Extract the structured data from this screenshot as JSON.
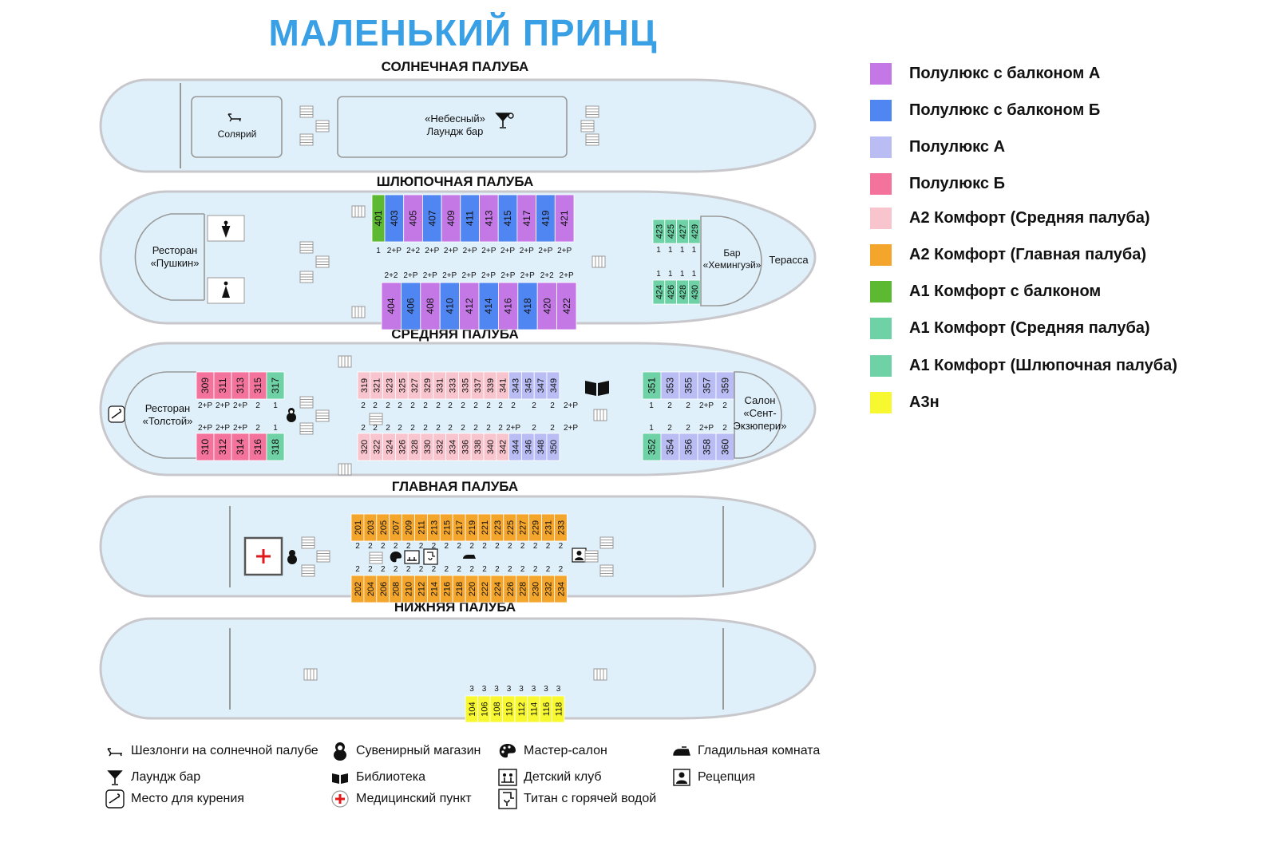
{
  "title": "МАЛЕНЬКИЙ ПРИНЦ",
  "colors": {
    "hull": "#dff0fa",
    "hull_stroke": "#c8c8cc",
    "suite_balcony_a": "#c478e6",
    "suite_balcony_b": "#4f86f1",
    "suite_a": "#b9bdf3",
    "suite_b": "#f4739c",
    "a2_mid": "#f8c4cd",
    "a2_main": "#f3a52c",
    "a1_balcony": "#5cb931",
    "a1_mid": "#6fd1a6",
    "a1_boat": "#6fd1a6",
    "a3": "#f8f830"
  },
  "decks": {
    "sun": {
      "title": "СОЛНЕЧНАЯ ПАЛУБА",
      "solarium": "Солярий",
      "lounge_line1": "«Небесный»",
      "lounge_line2": "Лаундж бар"
    },
    "boat": {
      "title": "ШЛЮПОЧНАЯ ПАЛУБА",
      "restaurant_line1": "Ресторан",
      "restaurant_line2": "«Пушкин»",
      "bar_line1": "Бар",
      "bar_line2": "«Хемингуэй»",
      "terrace": "Терасса",
      "top_cabins": [
        {
          "no": "401",
          "c": "a1_balcony",
          "b": "1"
        },
        {
          "no": "403",
          "c": "suite_balcony_b",
          "b": "2+Р"
        },
        {
          "no": "405",
          "c": "suite_balcony_a",
          "b": "2+2"
        },
        {
          "no": "407",
          "c": "suite_balcony_b",
          "b": "2+Р"
        },
        {
          "no": "409",
          "c": "suite_balcony_a",
          "b": "2+Р"
        },
        {
          "no": "411",
          "c": "suite_balcony_b",
          "b": "2+Р"
        },
        {
          "no": "413",
          "c": "suite_balcony_a",
          "b": "2+Р"
        },
        {
          "no": "415",
          "c": "suite_balcony_b",
          "b": "2+Р"
        },
        {
          "no": "417",
          "c": "suite_balcony_a",
          "b": "2+Р"
        },
        {
          "no": "419",
          "c": "suite_balcony_b",
          "b": "2+Р"
        },
        {
          "no": "421",
          "c": "suite_balcony_a",
          "b": "2+Р"
        }
      ],
      "bottom_cabins": [
        {
          "no": "404",
          "c": "suite_balcony_a",
          "b": "2+2"
        },
        {
          "no": "406",
          "c": "suite_balcony_b",
          "b": "2+Р"
        },
        {
          "no": "408",
          "c": "suite_balcony_a",
          "b": "2+Р"
        },
        {
          "no": "410",
          "c": "suite_balcony_b",
          "b": "2+Р"
        },
        {
          "no": "412",
          "c": "suite_balcony_a",
          "b": "2+Р"
        },
        {
          "no": "414",
          "c": "suite_balcony_b",
          "b": "2+Р"
        },
        {
          "no": "416",
          "c": "suite_balcony_a",
          "b": "2+Р"
        },
        {
          "no": "418",
          "c": "suite_balcony_b",
          "b": "2+Р"
        },
        {
          "no": "420",
          "c": "suite_balcony_a",
          "b": "2+2"
        },
        {
          "no": "422",
          "c": "suite_balcony_a",
          "b": "2+Р"
        }
      ],
      "aft_top": [
        {
          "no": "423",
          "c": "a1_boat",
          "b": "1"
        },
        {
          "no": "425",
          "c": "a1_boat",
          "b": "1"
        },
        {
          "no": "427",
          "c": "a1_boat",
          "b": "1"
        },
        {
          "no": "429",
          "c": "a1_boat",
          "b": "1"
        }
      ],
      "aft_bottom": [
        {
          "no": "424",
          "c": "a1_boat",
          "b": "1"
        },
        {
          "no": "426",
          "c": "a1_boat",
          "b": "1"
        },
        {
          "no": "428",
          "c": "a1_boat",
          "b": "1"
        },
        {
          "no": "430",
          "c": "a1_boat",
          "b": "1"
        }
      ]
    },
    "middle": {
      "title": "СРЕДНЯЯ ПАЛУБА",
      "restaurant_line1": "Ресторан",
      "restaurant_line2": "«Толстой»",
      "salon_line1": "Салон",
      "salon_line2": "«Сент-",
      "salon_line3": "Экзюпери»",
      "fore_top": [
        {
          "no": "309",
          "c": "suite_b",
          "b": "2+Р"
        },
        {
          "no": "311",
          "c": "suite_b",
          "b": "2+Р"
        },
        {
          "no": "313",
          "c": "suite_b",
          "b": "2+Р"
        },
        {
          "no": "315",
          "c": "suite_b",
          "b": "2"
        },
        {
          "no": "317",
          "c": "a1_mid",
          "b": "1"
        }
      ],
      "fore_bottom": [
        {
          "no": "310",
          "c": "suite_b",
          "b": "2+Р"
        },
        {
          "no": "312",
          "c": "suite_b",
          "b": "2+Р"
        },
        {
          "no": "314",
          "c": "suite_b",
          "b": "2+Р"
        },
        {
          "no": "316",
          "c": "suite_b",
          "b": "2"
        },
        {
          "no": "318",
          "c": "a1_mid",
          "b": "1"
        }
      ],
      "center_top": [
        {
          "no": "319",
          "c": "a2_mid",
          "b": "2"
        },
        {
          "no": "321",
          "c": "a2_mid",
          "b": "2"
        },
        {
          "no": "323",
          "c": "a2_mid",
          "b": "2"
        },
        {
          "no": "325",
          "c": "a2_mid",
          "b": "2"
        },
        {
          "no": "327",
          "c": "a2_mid",
          "b": "2"
        },
        {
          "no": "329",
          "c": "a2_mid",
          "b": "2"
        },
        {
          "no": "331",
          "c": "a2_mid",
          "b": "2"
        },
        {
          "no": "333",
          "c": "a2_mid",
          "b": "2"
        },
        {
          "no": "335",
          "c": "a2_mid",
          "b": "2"
        },
        {
          "no": "337",
          "c": "a2_mid",
          "b": "2"
        },
        {
          "no": "339",
          "c": "a2_mid",
          "b": "2"
        },
        {
          "no": "341",
          "c": "a2_mid",
          "b": "2"
        },
        {
          "no": "343",
          "c": "suite_a",
          "b": "2"
        },
        {
          "no": "345",
          "c": "suite_a",
          "b": "2"
        },
        {
          "no": "347",
          "c": "suite_a",
          "b": "2"
        },
        {
          "no": "349",
          "c": "suite_a",
          "b": "2+Р"
        }
      ],
      "center_bottom": [
        {
          "no": "320",
          "c": "a2_mid",
          "b": "2"
        },
        {
          "no": "322",
          "c": "a2_mid",
          "b": "2"
        },
        {
          "no": "324",
          "c": "a2_mid",
          "b": "2"
        },
        {
          "no": "326",
          "c": "a2_mid",
          "b": "2"
        },
        {
          "no": "328",
          "c": "a2_mid",
          "b": "2"
        },
        {
          "no": "330",
          "c": "a2_mid",
          "b": "2"
        },
        {
          "no": "332",
          "c": "a2_mid",
          "b": "2"
        },
        {
          "no": "334",
          "c": "a2_mid",
          "b": "2"
        },
        {
          "no": "336",
          "c": "a2_mid",
          "b": "2"
        },
        {
          "no": "338",
          "c": "a2_mid",
          "b": "2"
        },
        {
          "no": "340",
          "c": "a2_mid",
          "b": "2"
        },
        {
          "no": "342",
          "c": "a2_mid",
          "b": "2"
        },
        {
          "no": "344",
          "c": "suite_a",
          "b": "2+Р"
        },
        {
          "no": "346",
          "c": "suite_a",
          "b": "2"
        },
        {
          "no": "348",
          "c": "suite_a",
          "b": "2"
        },
        {
          "no": "350",
          "c": "suite_a",
          "b": "2+Р"
        }
      ],
      "aft_top": [
        {
          "no": "351",
          "c": "a1_mid",
          "b": "1"
        },
        {
          "no": "353",
          "c": "suite_a",
          "b": "2"
        },
        {
          "no": "355",
          "c": "suite_a",
          "b": "2"
        },
        {
          "no": "357",
          "c": "suite_a",
          "b": "2+Р"
        },
        {
          "no": "359",
          "c": "suite_a",
          "b": "2"
        }
      ],
      "aft_bottom": [
        {
          "no": "352",
          "c": "a1_mid",
          "b": "1"
        },
        {
          "no": "354",
          "c": "suite_a",
          "b": "2"
        },
        {
          "no": "356",
          "c": "suite_a",
          "b": "2"
        },
        {
          "no": "358",
          "c": "suite_a",
          "b": "2+Р"
        },
        {
          "no": "360",
          "c": "suite_a",
          "b": "2"
        }
      ]
    },
    "main": {
      "title": "ГЛАВНАЯ ПАЛУБА",
      "top": [
        "201",
        "203",
        "205",
        "207",
        "209",
        "211",
        "213",
        "215",
        "217",
        "219",
        "221",
        "223",
        "225",
        "227",
        "229",
        "231",
        "233"
      ],
      "bottom": [
        "202",
        "204",
        "206",
        "208",
        "210",
        "212",
        "214",
        "216",
        "218",
        "220",
        "222",
        "224",
        "226",
        "228",
        "230",
        "232",
        "234"
      ],
      "berths": "2"
    },
    "lower": {
      "title": "НИЖНЯЯ ПАЛУБА",
      "cabins": [
        "104",
        "106",
        "108",
        "110",
        "112",
        "114",
        "116",
        "118"
      ],
      "berths": "3"
    }
  },
  "legend": [
    {
      "label": "Полулюкс с балконом А",
      "c": "suite_balcony_a"
    },
    {
      "label": "Полулюкс с балконом Б",
      "c": "suite_balcony_b"
    },
    {
      "label": "Полулюкс А",
      "c": "suite_a"
    },
    {
      "label": "Полулюкс Б",
      "c": "suite_b"
    },
    {
      "label": "А2 Комфорт (Средняя палуба)",
      "c": "a2_mid"
    },
    {
      "label": "А2 Комфорт (Главная палуба)",
      "c": "a2_main"
    },
    {
      "label": "А1 Комфорт с балконом",
      "c": "a1_balcony"
    },
    {
      "label": "А1 Комфорт (Средняя палуба)",
      "c": "a1_mid"
    },
    {
      "label": "А1 Комфорт (Шлюпочная палуба)",
      "c": "a1_boat"
    },
    {
      "label": "А3н",
      "c": "a3"
    }
  ],
  "key": {
    "loungers": "Шезлонги на солнечной палубе",
    "lounge_bar": "Лаундж бар",
    "smoking": "Место для курения",
    "souvenir": "Сувенирный магазин",
    "library": "Библиотека",
    "medical": "Медицинский пункт",
    "master": "Мастер-салон",
    "kids": "Детский клуб",
    "boiler": "Титан с горячей водой",
    "ironing": "Гладильная комната",
    "reception": "Рецепция"
  },
  "icons": {
    "lounger": "lounger-icon",
    "cocktail": "cocktail-icon",
    "smoking": "smoking-icon",
    "souvenir": "souvenir-icon",
    "book": "book-icon",
    "medical": "medical-cross-icon",
    "palette": "palette-icon",
    "kids": "kids-icon",
    "boiler": "kettle-icon",
    "iron": "iron-icon",
    "reception": "reception-icon",
    "stairs": "stairs-icon",
    "wc_male": "wc-male-icon",
    "wc_female": "wc-female-icon"
  }
}
